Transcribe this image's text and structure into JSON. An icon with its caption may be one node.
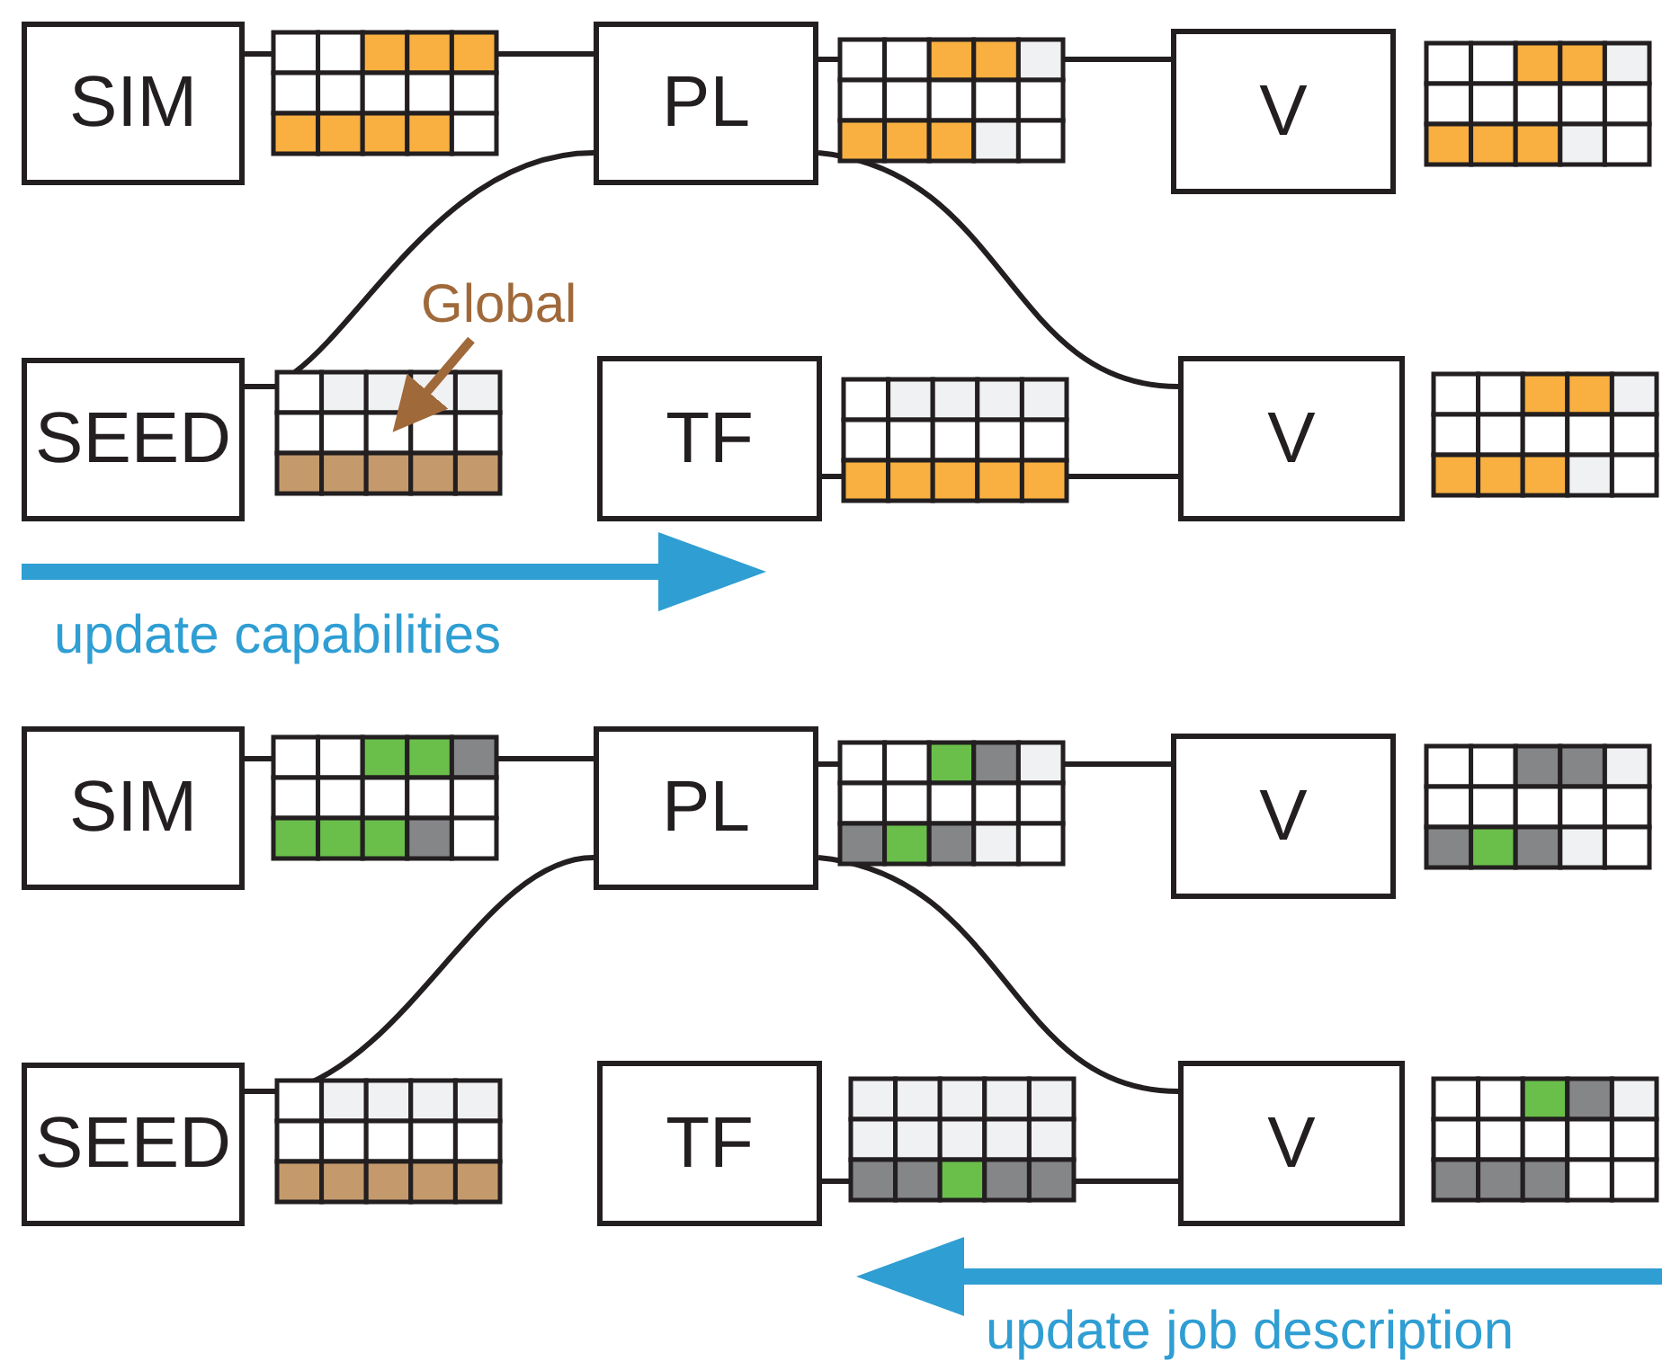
{
  "diagram": {
    "nodes": [
      {
        "text": [
          "SIM"
        ]
      },
      {
        "text": [
          "PL"
        ]
      },
      {
        "text": [
          "V"
        ]
      },
      {
        "text": [
          "SEED"
        ]
      },
      {
        "text": [
          "TF"
        ]
      },
      {
        "text": [
          "V"
        ]
      },
      {
        "text": [
          "SIM"
        ]
      },
      {
        "text": [
          "PL"
        ]
      },
      {
        "text": [
          "V"
        ]
      },
      {
        "text": [
          "SEED"
        ]
      },
      {
        "text": [
          "TF"
        ]
      },
      {
        "text": [
          "V"
        ]
      },
      {
        "text": [
          "Global"
        ]
      },
      {
        "text": [],
        "shape": "box"
      }
    ],
    "edges": [
      {
        "from": 0,
        "to": 1,
        "arrow": "none"
      },
      {
        "from": 3,
        "to": 13,
        "arrow": "none"
      },
      {
        "from": 13,
        "to": 1,
        "arrow": "none"
      },
      {
        "from": 1,
        "to": 2,
        "arrow": "none"
      },
      {
        "from": 1,
        "to": 5,
        "arrow": "none"
      },
      {
        "from": 4,
        "to": 5,
        "arrow": "none"
      },
      {
        "from": 6,
        "to": 7,
        "arrow": "none"
      },
      {
        "from": 9,
        "to": 7,
        "arrow": "none"
      },
      {
        "from": 7,
        "to": 8,
        "arrow": "none"
      },
      {
        "from": 7,
        "to": 11,
        "arrow": "none"
      },
      {
        "from": 10,
        "to": 11,
        "arrow": "none"
      },
      {
        "from": 12,
        "to": 13,
        "arrow": "to",
        "color": "#a0693a"
      }
    ],
    "labels": [
      "update capabilities",
      "update job description"
    ]
  }
}
